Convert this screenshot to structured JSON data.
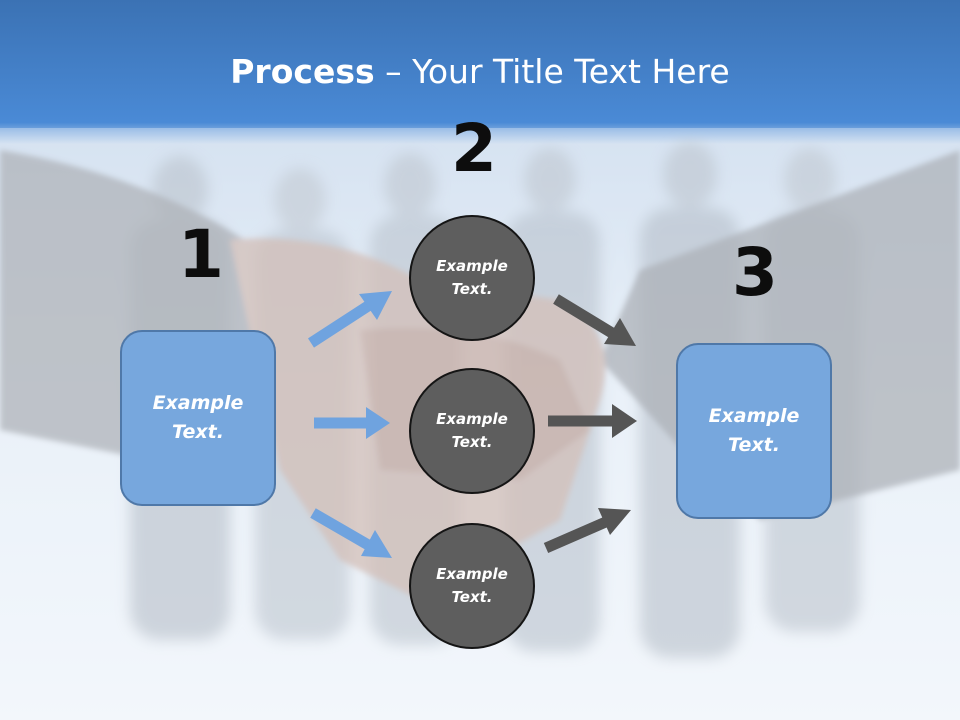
{
  "title": {
    "bold": "Process",
    "rest": " – Your Title Text Here"
  },
  "steps": {
    "one": "1",
    "two": "2",
    "three": "3"
  },
  "boxes": {
    "left": "Example Text.",
    "right": "Example Text."
  },
  "circles": {
    "top": "Example Text.",
    "middle": "Example Text.",
    "bottom": "Example Text."
  },
  "colors": {
    "header": "#3d7cc8",
    "box_fill": "#77a7dd",
    "circle_fill": "#5e5e5e",
    "arrow_blue": "#6fa3df",
    "arrow_gray": "#555555"
  }
}
